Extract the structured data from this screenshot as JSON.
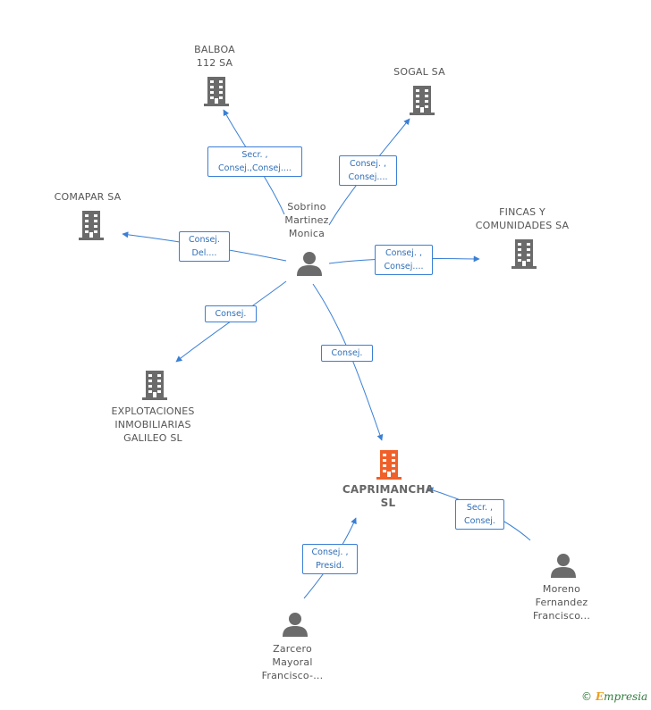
{
  "colors": {
    "edge": "#3a7fd5",
    "building": "#6b6b6b",
    "building_main": "#f0602a",
    "person": "#6b6b6b"
  },
  "nodes": {
    "balboa": {
      "icon": "building-icon",
      "lines": [
        "BALBOA",
        "112 SA"
      ]
    },
    "sogal": {
      "icon": "building-icon",
      "lines": [
        "SOGAL SA"
      ]
    },
    "comapar": {
      "icon": "building-icon",
      "lines": [
        "COMAPAR SA"
      ]
    },
    "fincas": {
      "icon": "building-icon",
      "lines": [
        "FINCAS Y",
        "COMUNIDADES SA"
      ]
    },
    "explotaciones": {
      "icon": "building-icon",
      "lines": [
        "EXPLOTACIONES",
        "INMOBILIARIAS",
        "GALILEO SL"
      ]
    },
    "caprimancha": {
      "icon": "building-icon",
      "lines": [
        "CAPRIMANCHA",
        "SL"
      ]
    },
    "sobrino": {
      "icon": "person-icon",
      "lines": [
        "Sobrino",
        "Martinez",
        "Monica"
      ]
    },
    "moreno": {
      "icon": "person-icon",
      "lines": [
        "Moreno",
        "Fernandez",
        "Francisco..."
      ]
    },
    "zarcero": {
      "icon": "person-icon",
      "lines": [
        "Zarcero",
        "Mayoral",
        "Francisco-..."
      ]
    }
  },
  "edges": {
    "balboa": [
      "Secr. ,",
      "Consej.,Consej...."
    ],
    "sogal": [
      "Consej. ,",
      "Consej...."
    ],
    "comapar": [
      "Consej.",
      "Del...."
    ],
    "fincas": [
      "Consej. ,",
      "Consej...."
    ],
    "explotaciones": [
      "Consej."
    ],
    "caprimancha": [
      "Consej."
    ],
    "moreno": [
      "Secr. ,",
      "Consej."
    ],
    "zarcero": [
      "Consej. ,",
      "Presid."
    ]
  },
  "brand": {
    "copyright": "©",
    "first": "E",
    "rest": "mpresia"
  }
}
